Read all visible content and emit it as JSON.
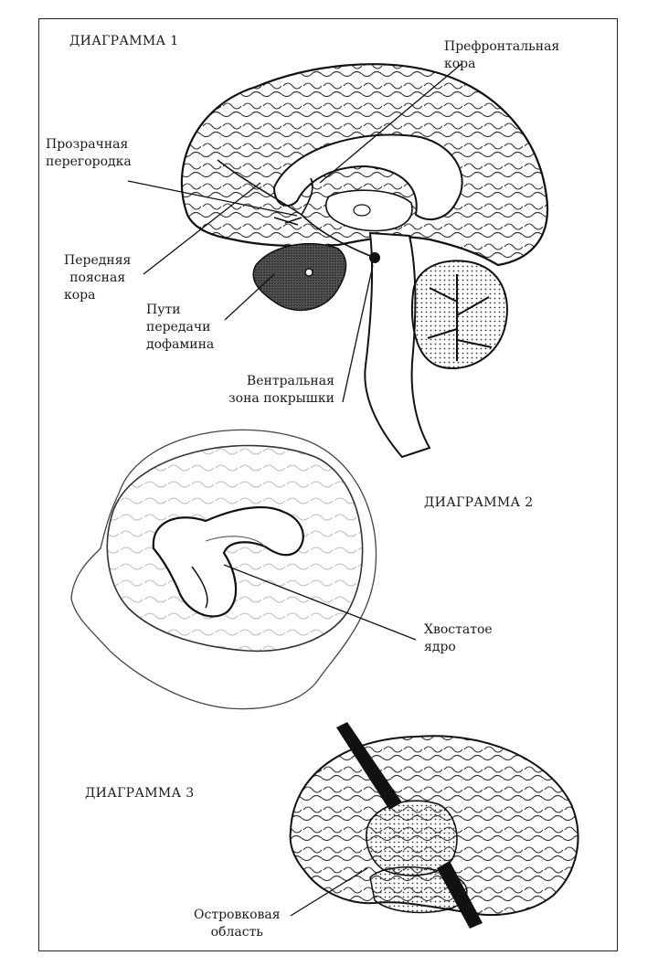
{
  "diagrams": {
    "d1": {
      "title": "ДИАГРАММА 1",
      "labels": {
        "prefrontal": [
          "Префронтальная",
          "кора"
        ],
        "septum": [
          "Прозрачная",
          "перегородка"
        ],
        "cingulate": [
          "Передняя",
          "поясная",
          "кора"
        ],
        "dopamine": [
          "Пути",
          "передачи",
          "дофамина"
        ],
        "vta": [
          "Вентральная",
          "зона покрышки"
        ]
      }
    },
    "d2": {
      "title": "ДИАГРАММА 2",
      "labels": {
        "caudate": [
          "Хвостатое",
          "ядро"
        ]
      }
    },
    "d3": {
      "title": "ДИАГРАММА 3",
      "labels": {
        "insula": [
          "Островковая",
          "область"
        ]
      }
    }
  }
}
